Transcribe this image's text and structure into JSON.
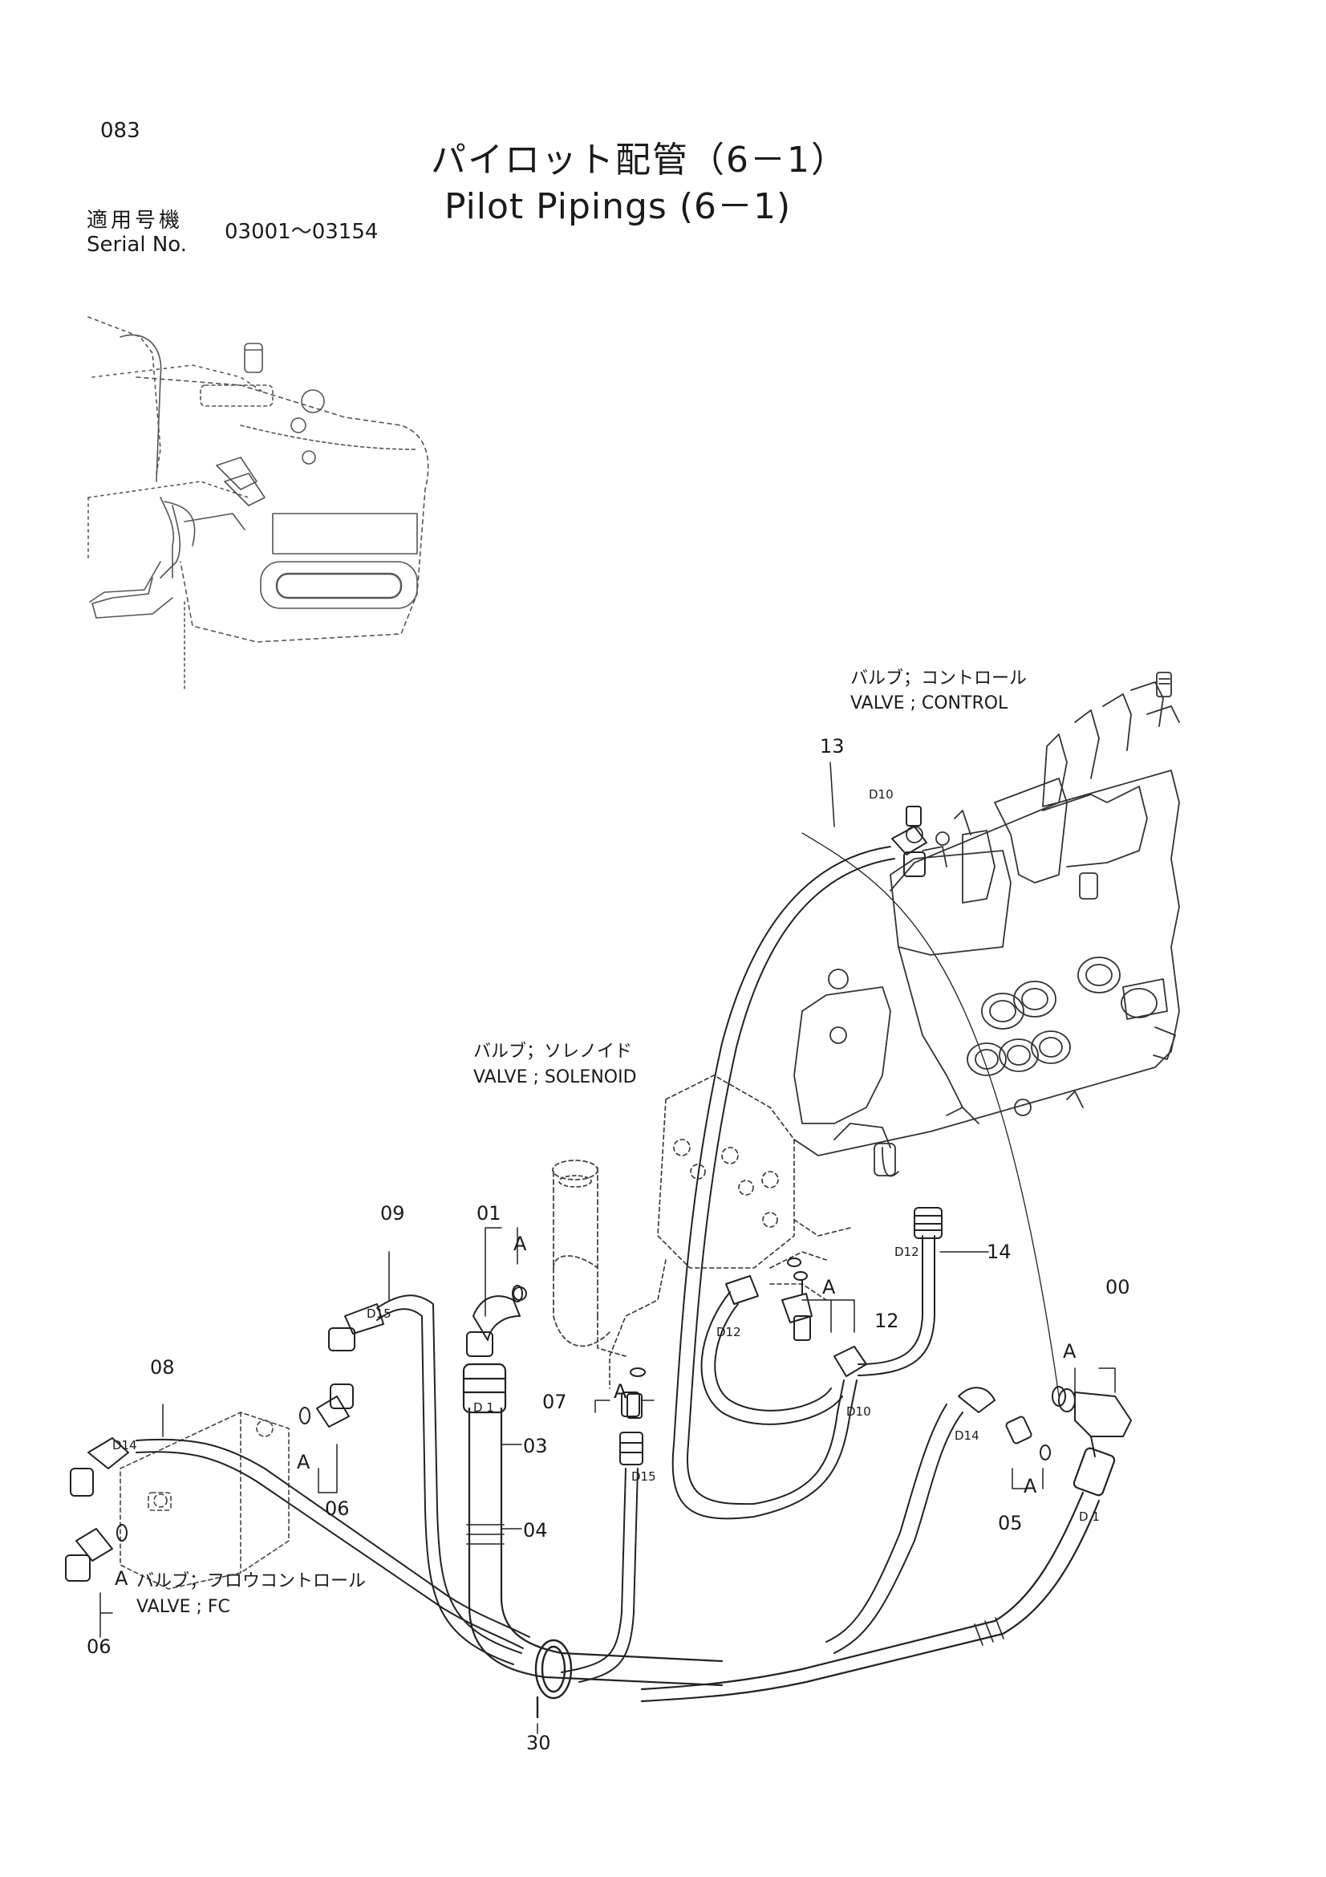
{
  "page": {
    "number": "083"
  },
  "title": {
    "ja": "パイロット配管（6－1）",
    "en": "Pilot Pipings (6－1)"
  },
  "serial": {
    "label_ja": "適用号機",
    "label_en": "Serial No.",
    "range": "03001～03154"
  },
  "components": {
    "control_valve": {
      "ja": "バルブ；コントロール",
      "en": "VALVE ; CONTROL"
    },
    "solenoid_valve": {
      "ja": "バルブ；ソレノイド",
      "en": "VALVE ; SOLENOID"
    },
    "fc_valve": {
      "ja": "バルブ；フロウコントロール",
      "en": "VALVE ; FC"
    }
  },
  "callouts": {
    "p00": "00",
    "p01": "01",
    "p03": "03",
    "p04": "04",
    "p05": "05",
    "p06a": "06",
    "p06b": "06",
    "p07": "07",
    "p08": "08",
    "p09": "09",
    "p12": "12",
    "p13": "13",
    "p14": "14",
    "p30": "30"
  },
  "detail_marks": {
    "a1": "A",
    "a2": "A",
    "a3": "A",
    "a4": "A",
    "a5": "A",
    "a6": "A",
    "a7": "A"
  },
  "fitting_codes": {
    "d10a": "D10",
    "d10b": "D10",
    "d12a": "D12",
    "d12b": "D12",
    "d14a": "D14",
    "d14b": "D14",
    "d15a": "D15",
    "d15b": "D15",
    "d1a": "D 1",
    "d1b": "D 1"
  }
}
